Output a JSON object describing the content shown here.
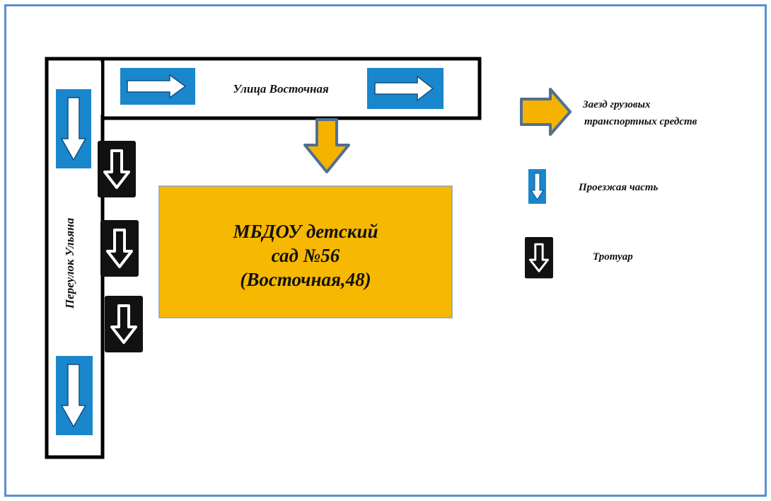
{
  "colors": {
    "frame": "#5b8ed1",
    "road_outline": "#000000",
    "lane_sign": "#1a86cc",
    "sidewalk_sign": "#111111",
    "truck_arrow_fill": "#f5b300",
    "truck_arrow_stroke": "#4f6f95",
    "building_fill": "#f6b800",
    "building_stroke": "#8aa0c0"
  },
  "streets": {
    "top_name": "Улица  Восточная",
    "side_name": "Переулок  Ульяна"
  },
  "building": {
    "lines": [
      "МБДОУ детский",
      "сад №56",
      "(Восточная,48)"
    ]
  },
  "legend": {
    "truck_entry": [
      "Заезд грузовых",
      "транспортных средств"
    ],
    "roadway": "Проезжая часть",
    "sidewalk": "Тротуар"
  },
  "icons": {
    "lane": "blue-arrow-sign-icon",
    "sidewalk": "black-down-arrow-sign-icon",
    "truck": "yellow-block-arrow-icon"
  }
}
